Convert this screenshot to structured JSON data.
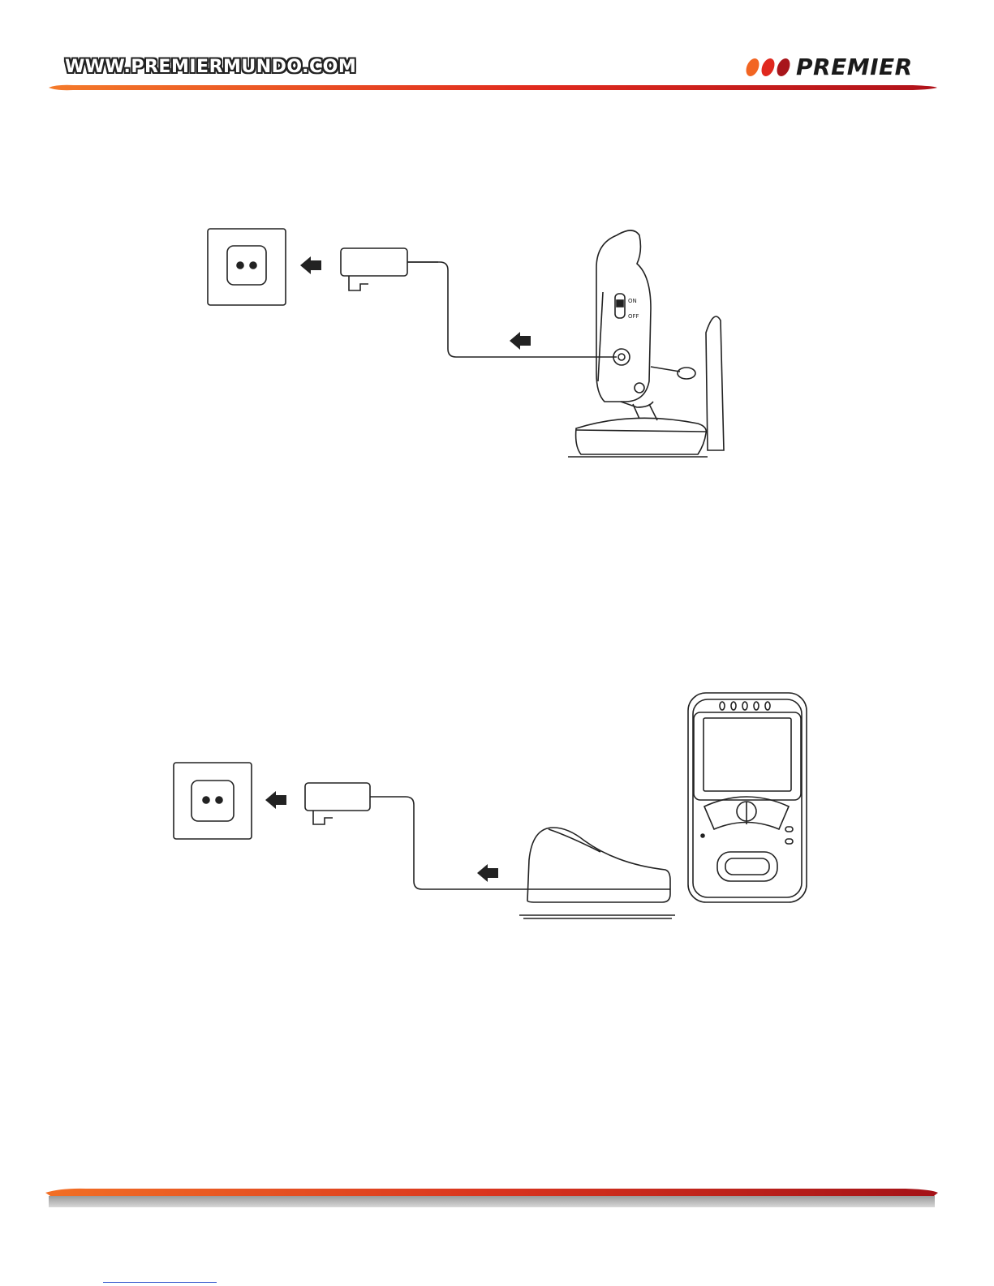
{
  "header": {
    "url_text": "WWW.PREMIERMUNDO.COM",
    "brand_name": "PREMIER",
    "brand_colors": [
      "#f26522",
      "#e0281e",
      "#a8151b"
    ],
    "rule_color_start": "#f26522",
    "rule_color_mid": "#d41e1e",
    "rule_color_end": "#a50f12"
  },
  "figure_camera": {
    "switch_on_label": "ON",
    "switch_off_label": "OFF"
  },
  "figure_monitor": {
    "led_labels": [
      "0",
      "0",
      "0",
      "0",
      "0"
    ]
  }
}
